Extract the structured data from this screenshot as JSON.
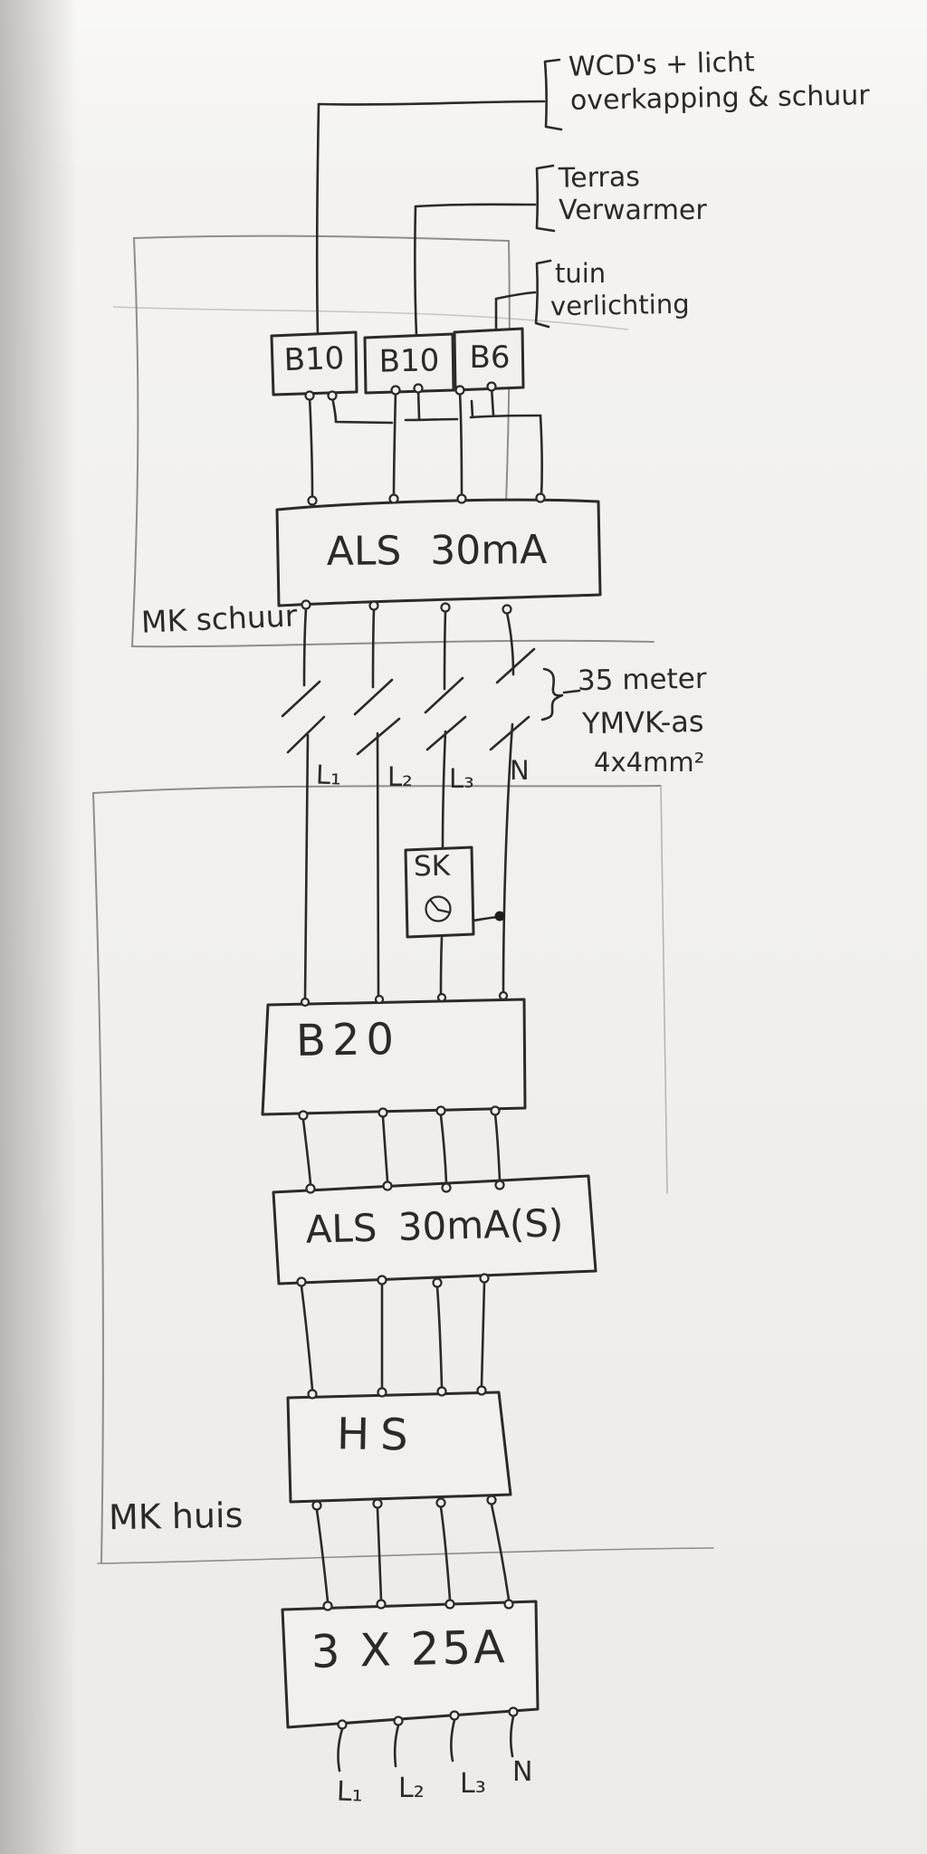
{
  "colors": {
    "ink": "#2b2a28",
    "panel_outline": "#8f8d89",
    "paper": "#f1f0ed"
  },
  "feeds": [
    {
      "line1": "WCD's + licht",
      "line2": "overkapping & schuur"
    },
    {
      "line1": "Terras",
      "line2": "Verwarmer"
    },
    {
      "line1": "tuin",
      "line2": "verlichting"
    }
  ],
  "schuur_panel": {
    "label": "MK schuur",
    "breakers": [
      "B10",
      "B10",
      "B6"
    ],
    "rcd": "ALS  30mA"
  },
  "cable": {
    "length": "35 meter",
    "type": "YMVK-as",
    "size": "4x4mm²"
  },
  "mid_conductors": [
    "L₁",
    "L₂",
    "L₃",
    "N"
  ],
  "huis_panel": {
    "label": "MK huis",
    "switch_clock": "SK",
    "breaker": "B20",
    "rcd": "ALS 30mA(S)",
    "main_switch": "HS"
  },
  "main_fuse": "3 X 25A",
  "bottom_conductors": [
    "L₁",
    "L₂",
    "L₃",
    "N"
  ]
}
